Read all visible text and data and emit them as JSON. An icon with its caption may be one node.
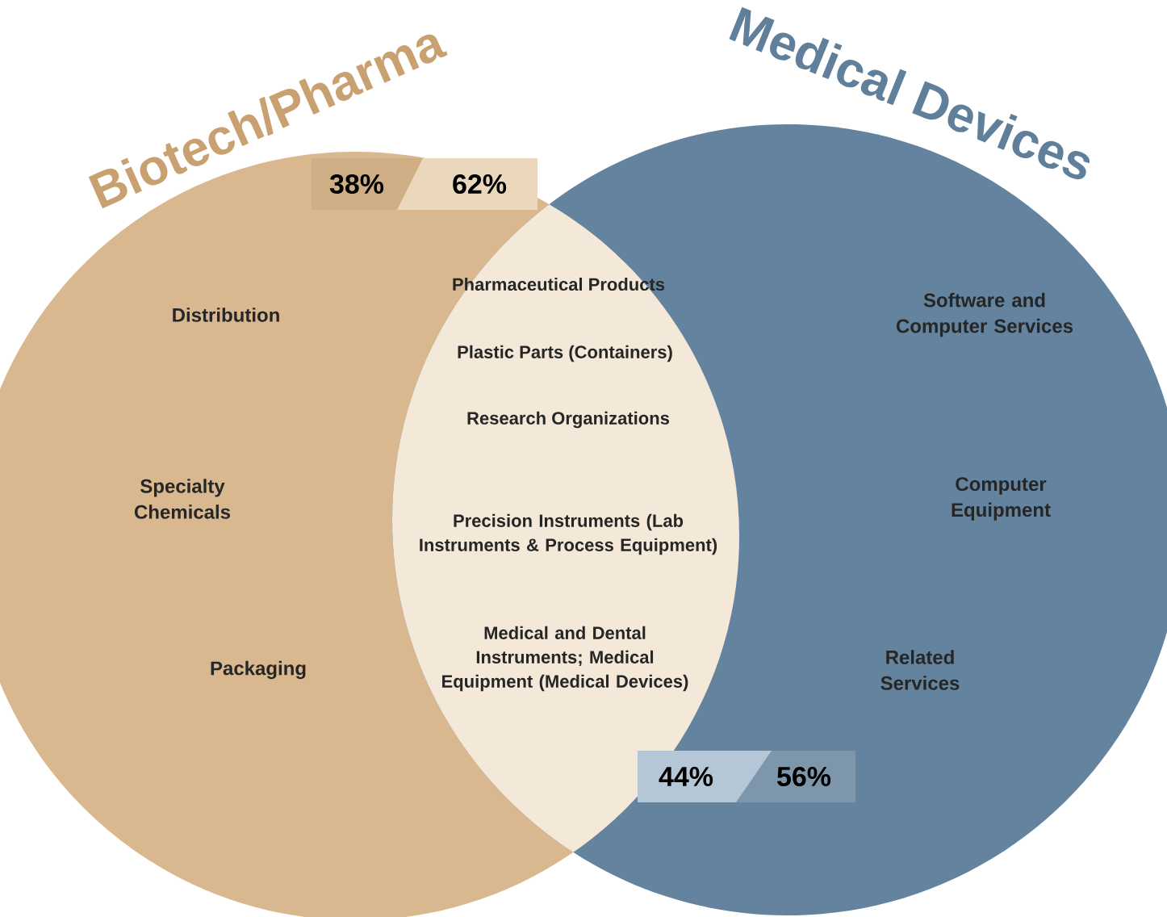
{
  "diagram": {
    "nodes": [
      {
        "text": [
          "Biotech/Pharma"
        ]
      },
      {
        "text": [
          "Medical Devices"
        ]
      }
    ],
    "edges": [],
    "labels": [
      "38%",
      "62%",
      "Pharmaceutical Products",
      "Distribution",
      "Software and Computer Services",
      "Plastic Parts (Containers)",
      "Research Organizations",
      "Specialty Chemicals",
      "Computer Equipment",
      "Precision Instruments (Lab Instruments & Process Equipment)",
      "Medical and Dental Instruments; Medical Equipment (Medical Devices)",
      "Packaging",
      "Related Services",
      "44%",
      "56%"
    ]
  }
}
